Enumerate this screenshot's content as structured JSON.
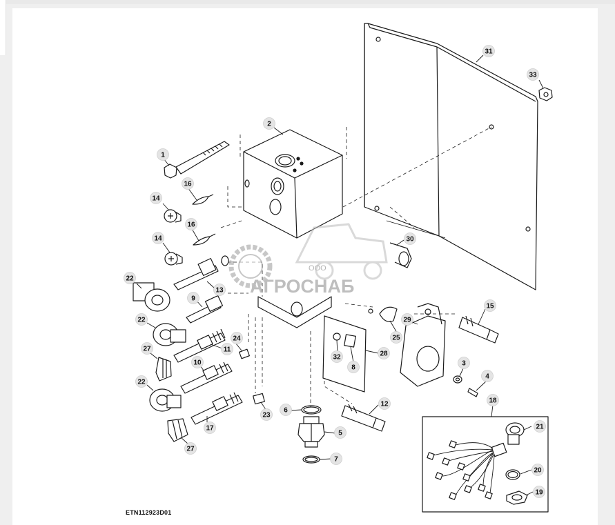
{
  "diagram": {
    "code": "ETN112923D01",
    "watermark": {
      "prefix": "ООО",
      "name": "АГРОСНАБ"
    },
    "callouts": [
      {
        "id": "c31",
        "label": "31"
      },
      {
        "id": "c33",
        "label": "33"
      },
      {
        "id": "c2",
        "label": "2"
      },
      {
        "id": "c1",
        "label": "1"
      },
      {
        "id": "c16a",
        "label": "16"
      },
      {
        "id": "c14a",
        "label": "14"
      },
      {
        "id": "c16b",
        "label": "16"
      },
      {
        "id": "c14b",
        "label": "14"
      },
      {
        "id": "c30",
        "label": "30"
      },
      {
        "id": "c22a",
        "label": "22"
      },
      {
        "id": "c13",
        "label": "13"
      },
      {
        "id": "c9",
        "label": "9"
      },
      {
        "id": "c22b",
        "label": "22"
      },
      {
        "id": "c24",
        "label": "24"
      },
      {
        "id": "c11",
        "label": "11"
      },
      {
        "id": "c27a",
        "label": "27"
      },
      {
        "id": "c10",
        "label": "10"
      },
      {
        "id": "c22c",
        "label": "22"
      },
      {
        "id": "c23",
        "label": "23"
      },
      {
        "id": "c17",
        "label": "17"
      },
      {
        "id": "c27b",
        "label": "27"
      },
      {
        "id": "c6",
        "label": "6"
      },
      {
        "id": "c5",
        "label": "5"
      },
      {
        "id": "c7",
        "label": "7"
      },
      {
        "id": "c32",
        "label": "32"
      },
      {
        "id": "c8",
        "label": "8"
      },
      {
        "id": "c28",
        "label": "28"
      },
      {
        "id": "c25",
        "label": "25"
      },
      {
        "id": "c29",
        "label": "29"
      },
      {
        "id": "c15",
        "label": "15"
      },
      {
        "id": "c3",
        "label": "3"
      },
      {
        "id": "c4",
        "label": "4"
      },
      {
        "id": "c12",
        "label": "12"
      },
      {
        "id": "c18",
        "label": "18"
      },
      {
        "id": "c21",
        "label": "21"
      },
      {
        "id": "c20",
        "label": "20"
      },
      {
        "id": "c19",
        "label": "19"
      }
    ]
  }
}
